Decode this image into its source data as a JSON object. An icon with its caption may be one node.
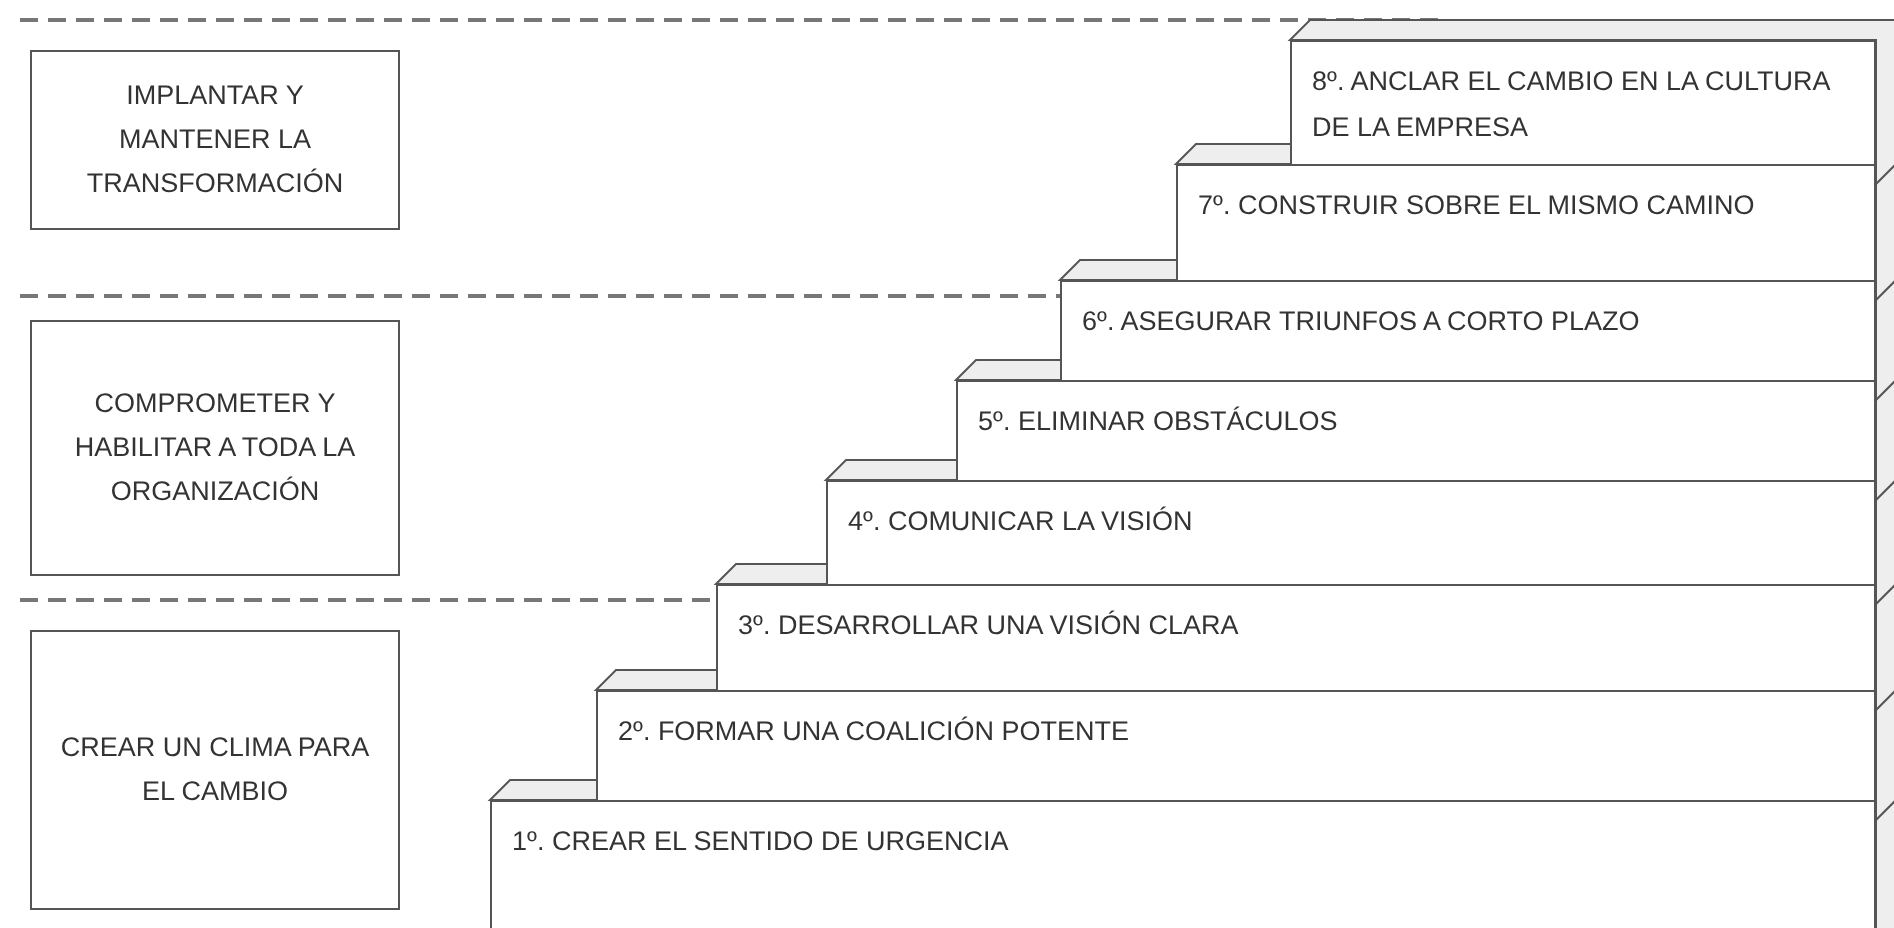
{
  "diagram": {
    "nodes": [
      {
        "text": [
          "IMPLANTAR Y MANTENER LA TRANSFORMACIÓN"
        ]
      },
      {
        "text": [
          "COMPROMETER Y HABILITAR A TODA LA ORGANIZACIÓN"
        ]
      },
      {
        "text": [
          "CREAR UN CLIMA PARA EL CAMBIO"
        ]
      },
      {
        "text": [
          "1º. CREAR EL SENTIDO DE URGENCIA"
        ]
      },
      {
        "text": [
          "2º. FORMAR UNA COALICIÓN POTENTE"
        ]
      },
      {
        "text": [
          "3º. DESARROLLAR UNA VISIÓN CLARA"
        ]
      },
      {
        "text": [
          "4º. COMUNICAR LA VISIÓN"
        ]
      },
      {
        "text": [
          "5º. ELIMINAR OBSTÁCULOS"
        ]
      },
      {
        "text": [
          "6º. ASEGURAR TRIUNFOS A CORTO PLAZO"
        ]
      },
      {
        "text": [
          "7º. CONSTRUIR SOBRE EL MISMO CAMINO"
        ]
      },
      {
        "text": [
          "8º. ANCLAR EL CAMBIO EN LA CULTURA DE LA EMPRESA"
        ]
      }
    ]
  }
}
